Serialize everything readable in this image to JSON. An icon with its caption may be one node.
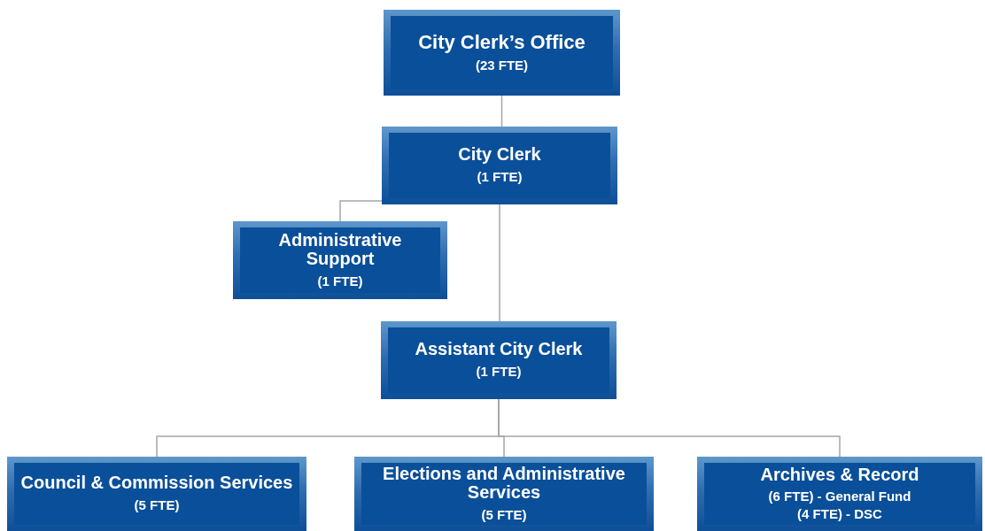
{
  "diagram": {
    "nodes": [
      {
        "text": [
          "City Clerk’s Office",
          "(23 FTE)"
        ]
      },
      {
        "text": [
          "City Clerk",
          "(1 FTE)"
        ]
      },
      {
        "text": [
          "Administrative Support",
          "(1 FTE)"
        ]
      },
      {
        "text": [
          "Assistant City Clerk",
          "(1 FTE)"
        ]
      },
      {
        "text": [
          "Council & Commission Services",
          "(5 FTE)"
        ]
      },
      {
        "text": [
          "Elections and Administrative Services",
          "(5 FTE)"
        ]
      },
      {
        "text": [
          "Archives & Record",
          "(6 FTE) - General Fund",
          "(4 FTE) - DSC"
        ]
      }
    ],
    "edges": [
      {
        "from": 0,
        "to": 1,
        "arrow": "none"
      },
      {
        "from": 1,
        "to": 2,
        "arrow": "none"
      },
      {
        "from": 1,
        "to": 3,
        "arrow": "none"
      },
      {
        "from": 3,
        "to": 4,
        "arrow": "none"
      },
      {
        "from": 3,
        "to": 5,
        "arrow": "none"
      },
      {
        "from": 3,
        "to": 6,
        "arrow": "none"
      }
    ]
  }
}
